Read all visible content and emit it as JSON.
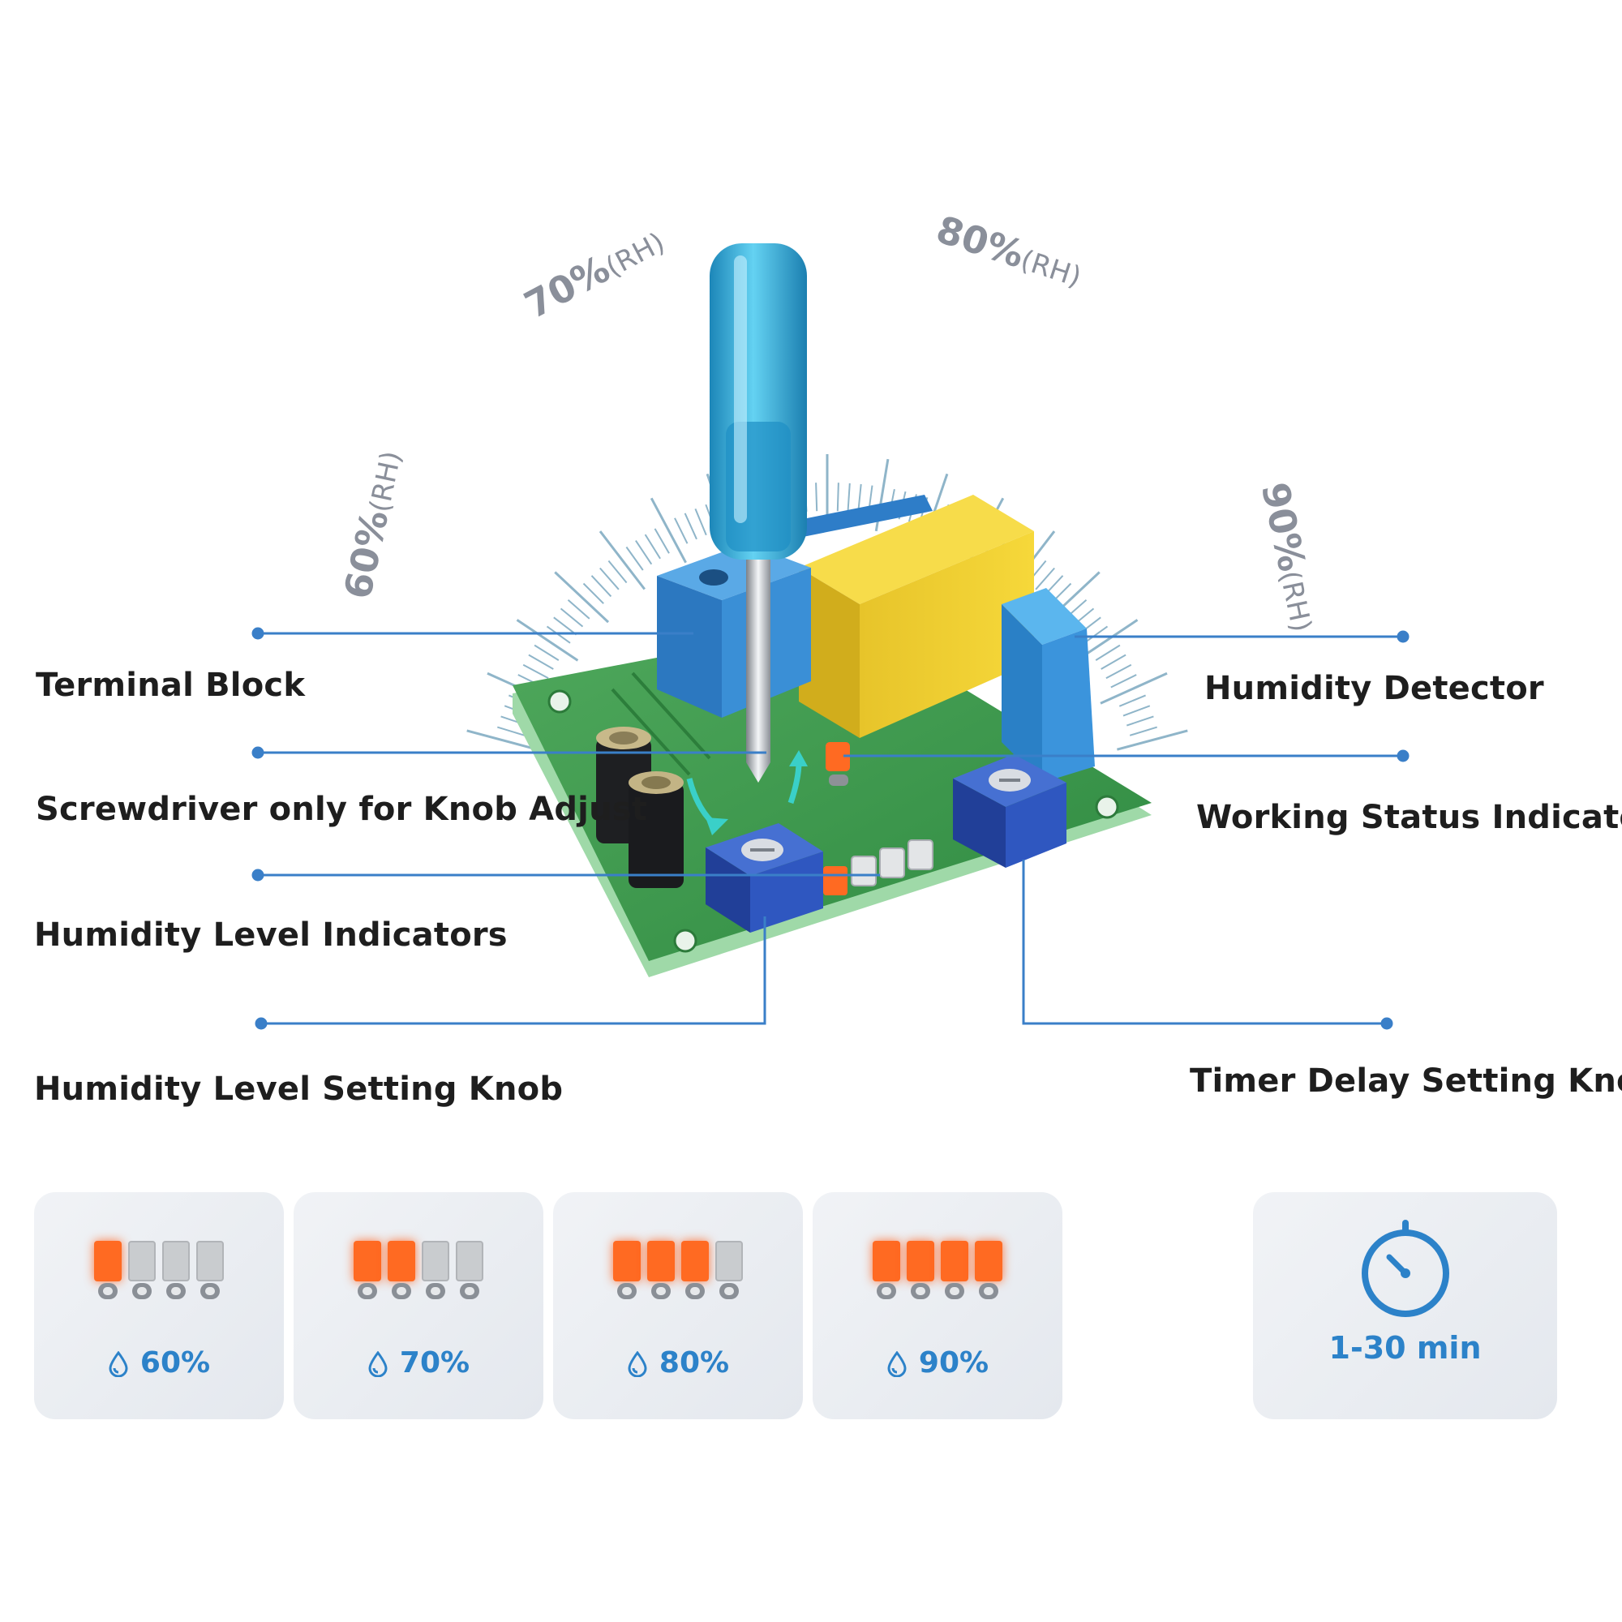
{
  "gauge": {
    "labels": [
      {
        "value": "60%",
        "unit": "(RH)"
      },
      {
        "value": "70%",
        "unit": "(RH)"
      },
      {
        "value": "80%",
        "unit": "(RH)"
      },
      {
        "value": "90%",
        "unit": "(RH)"
      }
    ]
  },
  "callouts": {
    "terminal_block": "Terminal Block",
    "screwdriver": "Screwdriver only for Knob Adjust",
    "humidity_level_indicators": "Humidity Level Indicators",
    "humidity_level_setting_knob": "Humidity Level Setting Knob",
    "humidity_detector": "Humidity Detector",
    "working_status_indicator": "Working Status Indicator",
    "timer_delay_setting_knob": "Timer Delay Setting Knob"
  },
  "levels": [
    {
      "value": "60%",
      "lit": 1
    },
    {
      "value": "70%",
      "lit": 2
    },
    {
      "value": "80%",
      "lit": 3
    },
    {
      "value": "90%",
      "lit": 4
    }
  ],
  "timer": {
    "value": "1-30 min",
    "icon": "stopwatch-icon"
  },
  "colors": {
    "accent": "#2c82c9",
    "led_on": "#ff6a22",
    "led_off": "#c9cccf",
    "pcb": "#3f9a4e",
    "relay": "#f2cf2c",
    "terminal": "#3a8fd6",
    "knob": "#2f57c0",
    "screwdriver": "#2bb5e6"
  }
}
